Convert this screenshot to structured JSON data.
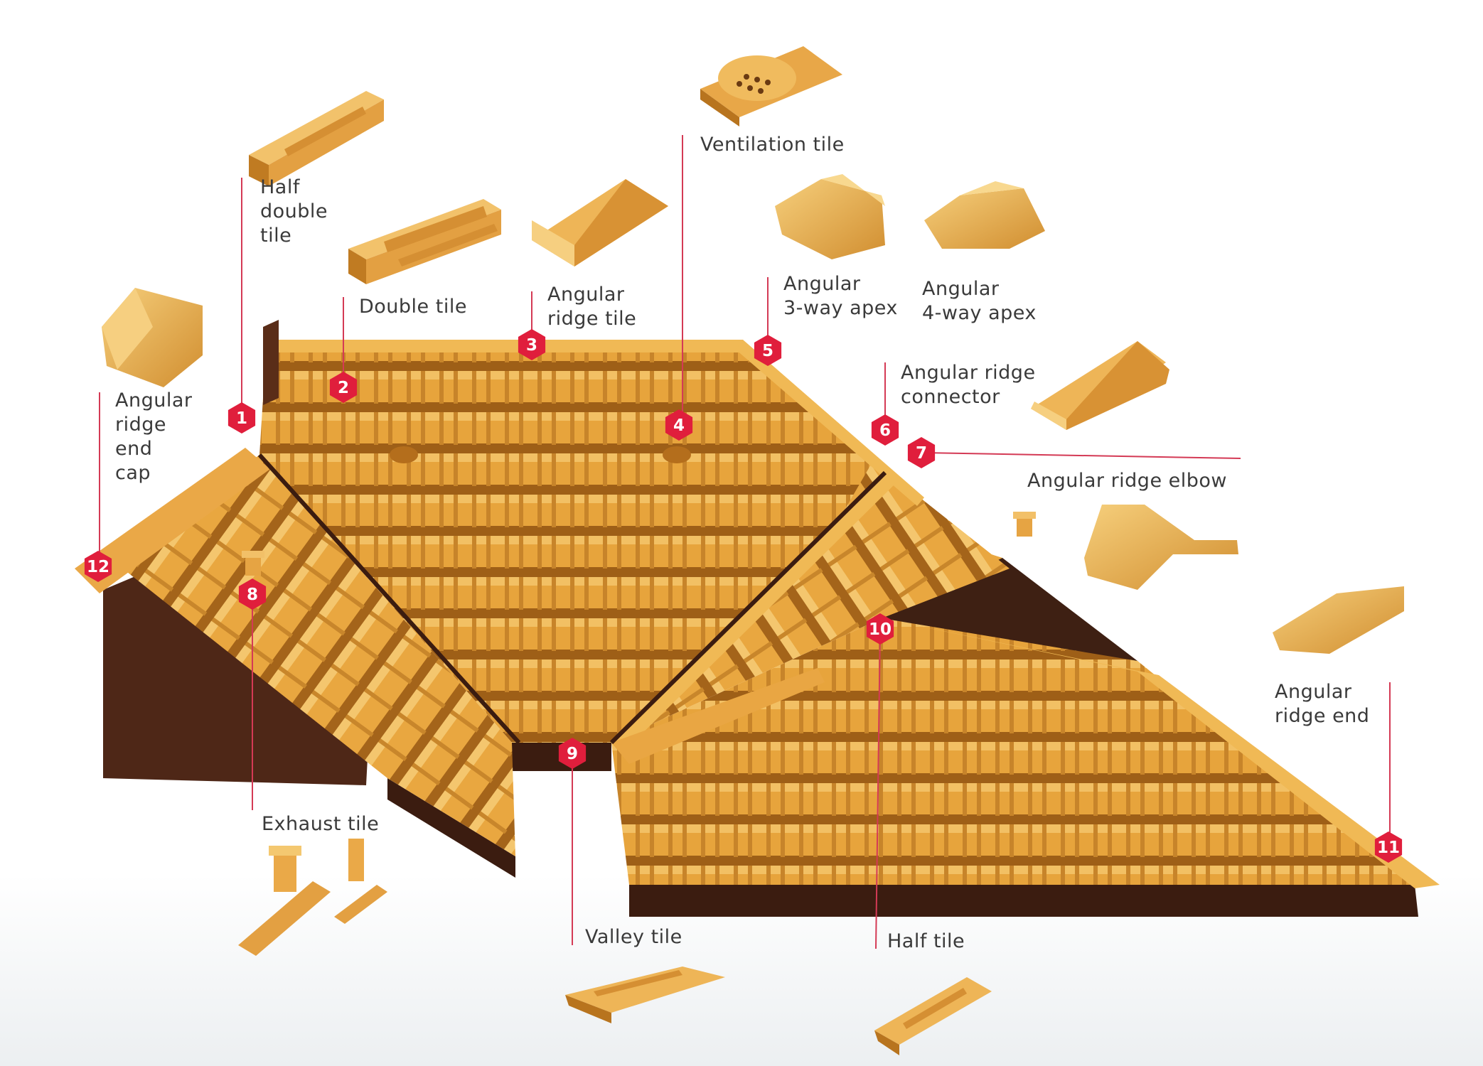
{
  "colors": {
    "tile": "#e7a43c",
    "tile_light": "#f3c56a",
    "tile_dark": "#b8741e",
    "wall": "#4e2717",
    "leader": "#d43a55",
    "badge": "#e01e3c",
    "text": "#3a3a3a"
  },
  "parts": [
    {
      "number": "1",
      "lines": [
        "Half",
        "double",
        "tile"
      ],
      "icon": "half-double-tile-icon"
    },
    {
      "number": "2",
      "lines": [
        "Double tile"
      ],
      "icon": "double-tile-icon"
    },
    {
      "number": "3",
      "lines": [
        "Angular",
        "ridge tile"
      ],
      "icon": "angular-ridge-tile-icon"
    },
    {
      "number": "4",
      "lines": [
        "Ventilation tile"
      ],
      "icon": "ventilation-tile-icon"
    },
    {
      "number": "5",
      "lines": [
        "Angular",
        "3-way apex"
      ],
      "icon": "angular-3-way-apex-icon"
    },
    {
      "number": "",
      "lines": [
        "Angular",
        "4-way apex"
      ],
      "icon": "angular-4-way-apex-icon"
    },
    {
      "number": "6",
      "lines": [
        "Angular ridge",
        "connector"
      ],
      "icon": "angular-ridge-connector-icon"
    },
    {
      "number": "7",
      "lines": [
        "Angular ridge elbow"
      ],
      "icon": "angular-ridge-elbow-icon"
    },
    {
      "number": "8",
      "lines": [
        "Exhaust tile"
      ],
      "icon": "exhaust-tile-icon"
    },
    {
      "number": "9",
      "lines": [
        "Valley tile"
      ],
      "icon": "valley-tile-icon"
    },
    {
      "number": "10",
      "lines": [
        "Half tile"
      ],
      "icon": "half-tile-icon"
    },
    {
      "number": "11",
      "lines": [
        "Angular",
        "ridge end"
      ],
      "icon": "angular-ridge-end-icon"
    },
    {
      "number": "12",
      "lines": [
        "Angular",
        "ridge",
        "end",
        "cap"
      ],
      "icon": "angular-ridge-end-cap-icon"
    }
  ]
}
